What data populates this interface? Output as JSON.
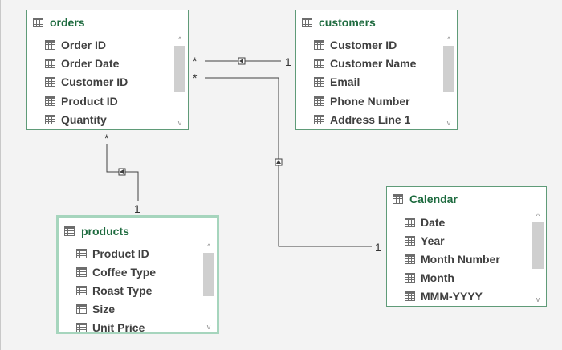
{
  "tables": {
    "orders": {
      "name": "orders",
      "fields": [
        "Order ID",
        "Order Date",
        "Customer ID",
        "Product ID",
        "Quantity"
      ]
    },
    "customers": {
      "name": "customers",
      "fields": [
        "Customer ID",
        "Customer Name",
        "Email",
        "Phone Number",
        "Address Line 1"
      ]
    },
    "calendar": {
      "name": "Calendar",
      "fields": [
        "Date",
        "Year",
        "Month Number",
        "Month",
        "MMM-YYYY"
      ]
    },
    "products": {
      "name": "products",
      "fields": [
        "Product ID",
        "Coffee Type",
        "Roast Type",
        "Size",
        "Unit Price"
      ]
    }
  },
  "relationships": {
    "orders_customers": {
      "from_cardinality": "*",
      "to_cardinality": "1"
    },
    "orders_calendar": {
      "from_cardinality": "*",
      "to_cardinality": "1"
    },
    "orders_products": {
      "from_cardinality": "*",
      "to_cardinality": "1"
    }
  },
  "scroll": {
    "up_glyph": "^",
    "down_glyph": "v"
  },
  "colors": {
    "table_title": "#1e6b3f",
    "table_border": "#5f9b78",
    "selected_border": "#a6d5bd",
    "connector": "#404040"
  }
}
